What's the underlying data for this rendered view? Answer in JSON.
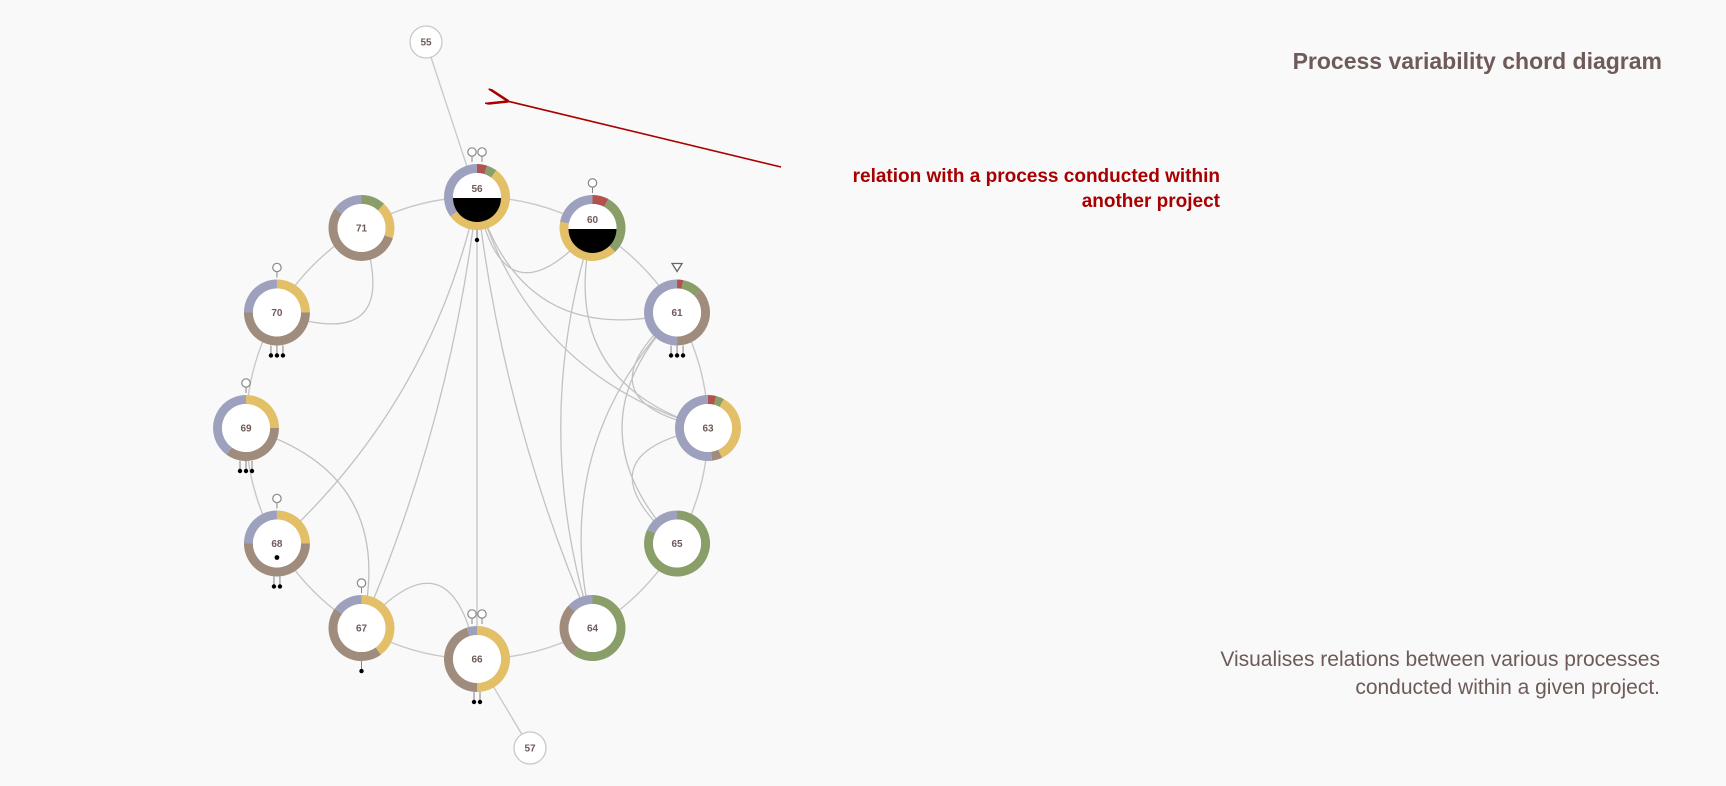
{
  "title": "Process variability chord diagram",
  "annotation": {
    "line1": "relation with a process conducted within",
    "line2": "another project"
  },
  "caption": {
    "line1": "Visualises relations between various processes",
    "line2": "conducted within a given project."
  },
  "colors": {
    "background": "#f9f9f9",
    "ring": "#c8c8c8",
    "chord": "#c2c2c2",
    "annotation": "#a80000",
    "text": "#6e5a58",
    "segments": {
      "red": "#b0524e",
      "green": "#8a9e6a",
      "yellow": "#e3c068",
      "brown": "#a08c7c",
      "blue": "#9da1bd"
    }
  },
  "nodes": [
    {
      "id": "56",
      "label": "56",
      "half_filled": true,
      "dots": 1,
      "pins": 2,
      "segments": [
        [
          "red",
          0.05
        ],
        [
          "green",
          0.05
        ],
        [
          "yellow",
          0.55
        ],
        [
          "blue",
          0.35
        ]
      ]
    },
    {
      "id": "60",
      "label": "60",
      "half_filled": true,
      "dots": 0,
      "pins": 1,
      "segments": [
        [
          "red",
          0.08
        ],
        [
          "green",
          0.3
        ],
        [
          "yellow",
          0.4
        ],
        [
          "blue",
          0.22
        ]
      ]
    },
    {
      "id": "61",
      "label": "61",
      "half_filled": false,
      "dots": 3,
      "pins": 0,
      "triangle": true,
      "segments": [
        [
          "red",
          0.03
        ],
        [
          "green",
          0.1
        ],
        [
          "brown",
          0.37
        ],
        [
          "blue",
          0.5
        ]
      ]
    },
    {
      "id": "63",
      "label": "63",
      "half_filled": false,
      "dots": 0,
      "pins": 0,
      "segments": [
        [
          "red",
          0.04
        ],
        [
          "green",
          0.04
        ],
        [
          "yellow",
          0.35
        ],
        [
          "brown",
          0.05
        ],
        [
          "blue",
          0.52
        ]
      ]
    },
    {
      "id": "65",
      "label": "65",
      "half_filled": false,
      "dots": 0,
      "pins": 0,
      "segments": [
        [
          "green",
          0.82
        ],
        [
          "blue",
          0.18
        ]
      ]
    },
    {
      "id": "64",
      "label": "64",
      "half_filled": false,
      "dots": 0,
      "pins": 0,
      "segments": [
        [
          "green",
          0.6
        ],
        [
          "brown",
          0.27
        ],
        [
          "blue",
          0.13
        ]
      ]
    },
    {
      "id": "66",
      "label": "66",
      "half_filled": false,
      "dots": 2,
      "pins": 2,
      "segments": [
        [
          "yellow",
          0.5
        ],
        [
          "brown",
          0.45
        ],
        [
          "blue",
          0.05
        ]
      ]
    },
    {
      "id": "67",
      "label": "67",
      "half_filled": false,
      "dots": 1,
      "pins": 1,
      "segments": [
        [
          "yellow",
          0.4
        ],
        [
          "brown",
          0.45
        ],
        [
          "blue",
          0.15
        ]
      ]
    },
    {
      "id": "68",
      "label": "68",
      "half_filled": false,
      "dots": 2,
      "pins": 1,
      "inner_dot": true,
      "segments": [
        [
          "yellow",
          0.25
        ],
        [
          "brown",
          0.5
        ],
        [
          "blue",
          0.25
        ]
      ]
    },
    {
      "id": "69",
      "label": "69",
      "half_filled": false,
      "dots": 3,
      "pins": 1,
      "segments": [
        [
          "yellow",
          0.25
        ],
        [
          "brown",
          0.35
        ],
        [
          "blue",
          0.4
        ]
      ]
    },
    {
      "id": "70",
      "label": "70",
      "half_filled": false,
      "dots": 3,
      "pins": 1,
      "segments": [
        [
          "yellow",
          0.25
        ],
        [
          "brown",
          0.5
        ],
        [
          "blue",
          0.25
        ]
      ]
    },
    {
      "id": "71",
      "label": "71",
      "half_filled": false,
      "dots": 0,
      "pins": 0,
      "segments": [
        [
          "green",
          0.12
        ],
        [
          "yellow",
          0.18
        ],
        [
          "brown",
          0.55
        ],
        [
          "blue",
          0.15
        ]
      ]
    }
  ],
  "external_nodes": [
    {
      "id": "55",
      "label": "55",
      "linked_to": "56"
    },
    {
      "id": "57",
      "label": "57",
      "linked_to": "66"
    }
  ],
  "relations": [
    [
      "56",
      "61"
    ],
    [
      "56",
      "63"
    ],
    [
      "56",
      "64"
    ],
    [
      "56",
      "67"
    ],
    [
      "56",
      "68"
    ],
    [
      "56",
      "60"
    ],
    [
      "56",
      "66"
    ],
    [
      "60",
      "63"
    ],
    [
      "60",
      "64"
    ],
    [
      "61",
      "63"
    ],
    [
      "61",
      "65"
    ],
    [
      "61",
      "64"
    ],
    [
      "63",
      "65"
    ],
    [
      "69",
      "67"
    ],
    [
      "70",
      "71"
    ],
    [
      "67",
      "66"
    ]
  ]
}
